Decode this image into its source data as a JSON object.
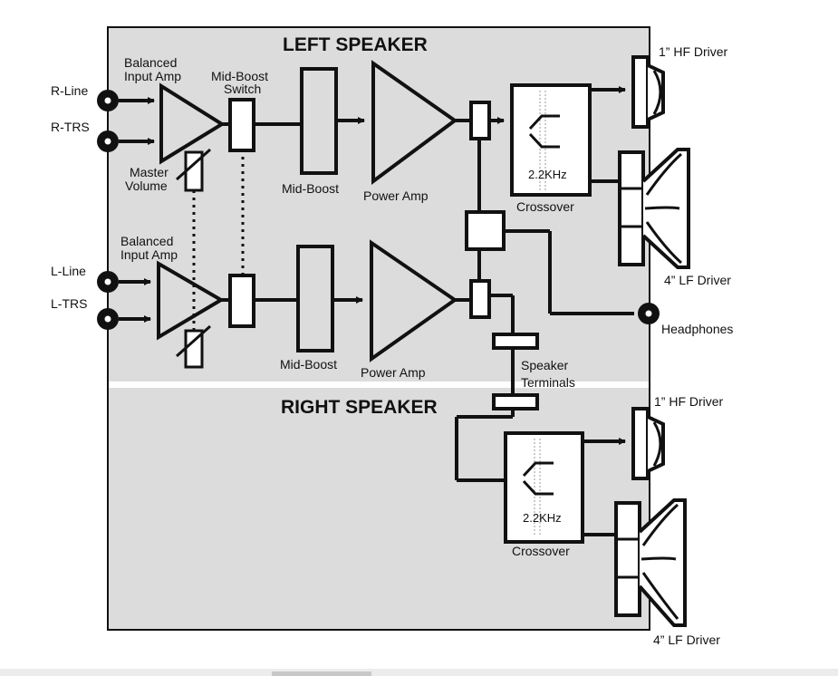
{
  "titles": {
    "left_speaker": "LEFT SPEAKER",
    "right_speaker": "RIGHT SPEAKER"
  },
  "inputs": {
    "r_line": "R-Line",
    "r_trs": "R-TRS",
    "l_line": "L-Line",
    "l_trs": "L-TRS"
  },
  "stages": {
    "balanced_input_amp_1": "Balanced",
    "balanced_input_amp_2": "Input Amp",
    "mid_boost_switch_1": "Mid-Boost",
    "mid_boost_switch_2": "Switch",
    "master_volume_1": "Master",
    "master_volume_2": "Volume",
    "mid_boost": "Mid-Boost",
    "power_amp_top": "Power  Amp",
    "power_amp_bottom": "Power Amp"
  },
  "outputs": {
    "hf_driver": "1” HF Driver",
    "lf_driver": "4” LF Driver",
    "crossover": "Crossover",
    "crossover_freq": "2.2KHz",
    "headphones": "Headphones",
    "speaker_terminals_1": "Speaker",
    "speaker_terminals_2": "Terminals"
  },
  "colors": {
    "panel": "#dcdcdc",
    "line": "#111111",
    "divider": "#ffffff"
  }
}
